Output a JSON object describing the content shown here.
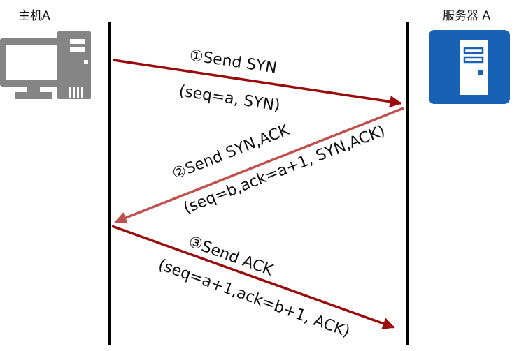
{
  "host": {
    "title": "主机A",
    "icon": "desktop-computer-icon"
  },
  "server": {
    "title": "服务器 A",
    "icon": "server-icon"
  },
  "colors": {
    "primary_arrow": "#9b0b0b",
    "secondary_arrow": "#c0504d",
    "timeline": "#000000",
    "computer_gray": "#858585",
    "server_blue": "#1762b4"
  },
  "steps": [
    {
      "title": "①Send SYN",
      "detail": "(seq=a, SYN)"
    },
    {
      "title": "②Send SYN,ACK",
      "detail": "(seq=b,ack=a+1, SYN,ACK)"
    },
    {
      "title": "③Send ACK",
      "detail": "(seq=a+1,ack=b+1, ACK)"
    }
  ]
}
